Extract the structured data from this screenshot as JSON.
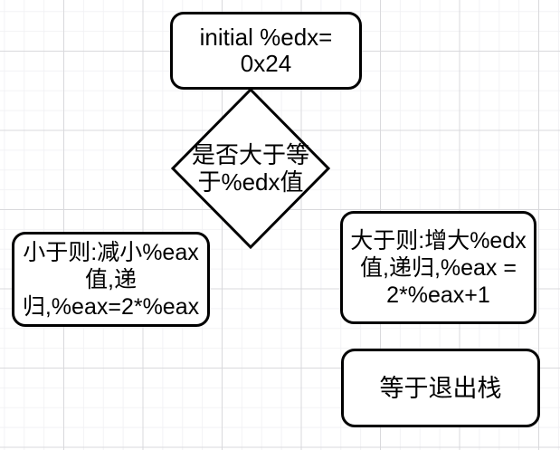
{
  "canvas": {
    "background_color": "#ffffff",
    "grid_minor_color": "#f2f2f5",
    "grid_major_color": "#d9d9dc",
    "shape_stroke_color": "#000000",
    "shape_fill_color": "#ffffff",
    "text_color": "#000000"
  },
  "nodes": [
    {
      "id": "initial",
      "shape": "rounded-rectangle",
      "text": "initial %edx=\n0x24"
    },
    {
      "id": "decision",
      "shape": "diamond",
      "text": "是否大于等\n于%edx值"
    },
    {
      "id": "less-than",
      "shape": "rounded-rectangle",
      "text": "小于则:减小%eax\n值,递\n归,%eax=2*%eax"
    },
    {
      "id": "greater-than",
      "shape": "rounded-rectangle",
      "text": "大于则:增大%edx\n值,递归,%eax =\n2*%eax+1"
    },
    {
      "id": "equal",
      "shape": "rounded-rectangle",
      "text": "等于退出栈"
    }
  ]
}
